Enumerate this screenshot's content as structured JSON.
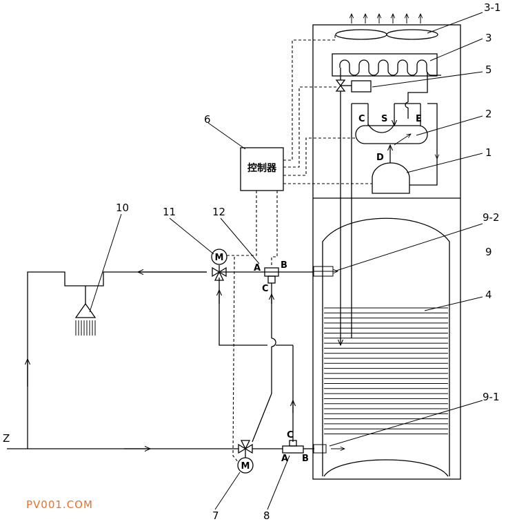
{
  "controller_label": "控制器",
  "z_label": "Z",
  "watermark": "PV001.COM",
  "ports": {
    "valve12_a": "A",
    "valve12_b": "B",
    "valve12_c": "C",
    "valve8_c": "C",
    "valve8_a": "A",
    "valve8_b": "B",
    "ev_c": "C",
    "ev_s": "S",
    "ev_e": "E",
    "ev_d": "D"
  },
  "numbers": {
    "n3_1": "3-1",
    "n3": "3",
    "n5": "5",
    "n6": "6",
    "n2": "2",
    "n1": "1",
    "n10": "10",
    "n11": "11",
    "n12": "12",
    "n9_2": "9-2",
    "n9": "9",
    "n4": "4",
    "n9_1": "9-1",
    "n7": "7",
    "n8": "8"
  },
  "motor_symbol": "M",
  "colors": {
    "lines": "#000000",
    "watermark": "#e8702a"
  }
}
